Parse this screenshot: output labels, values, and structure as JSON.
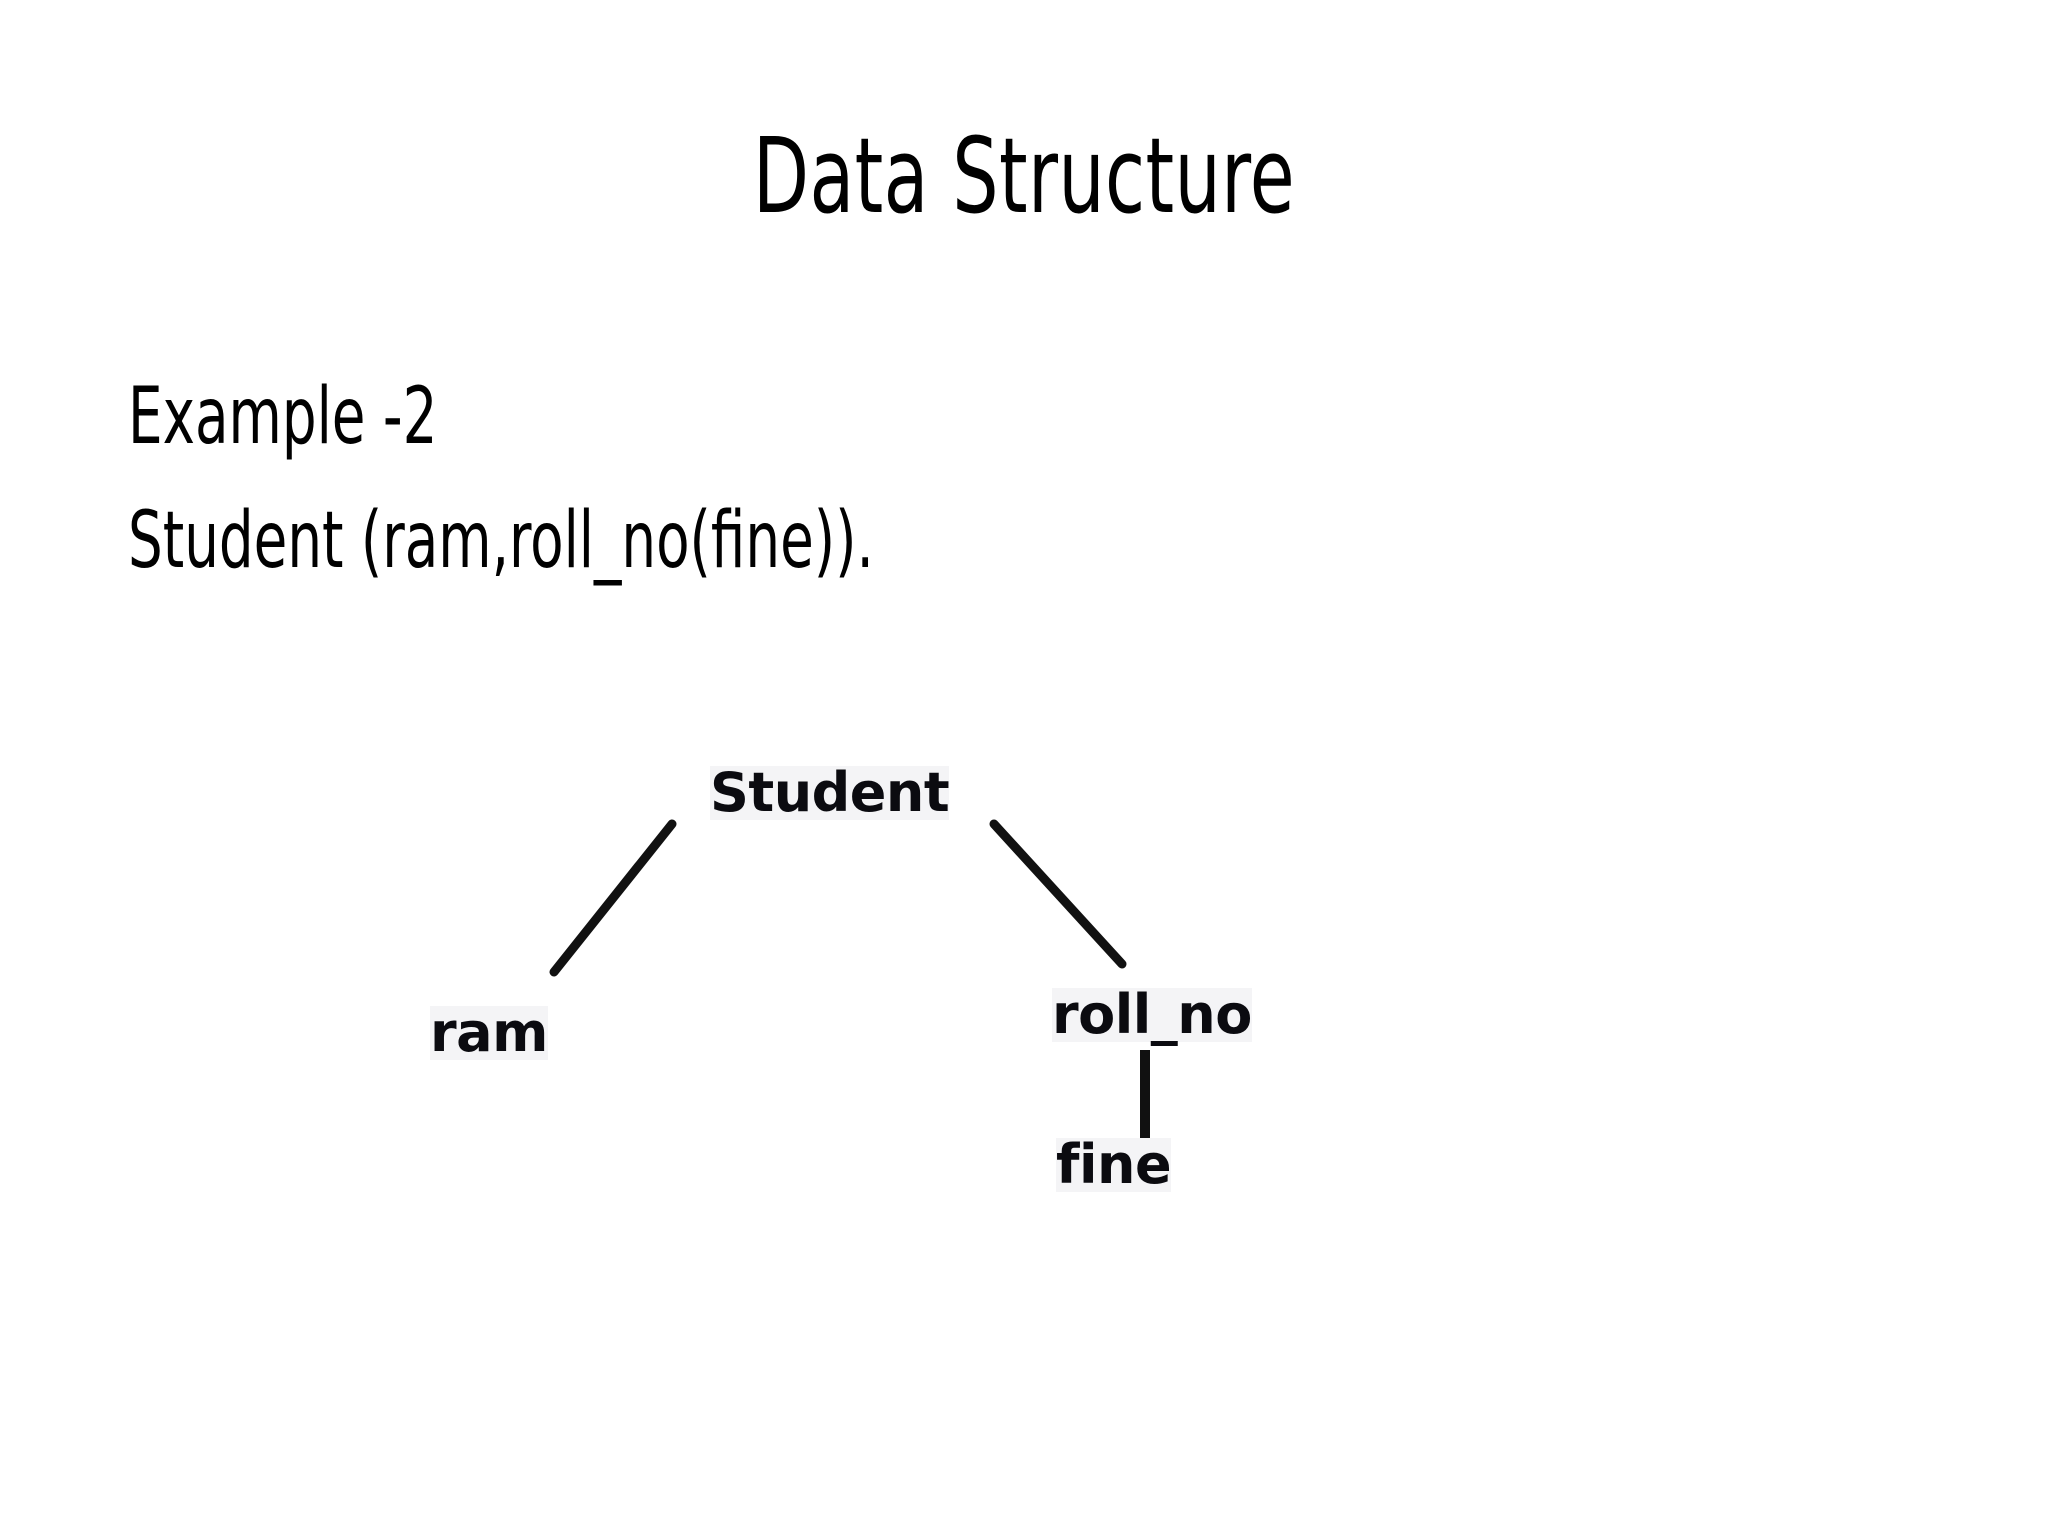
{
  "slide": {
    "title": "Data Structure",
    "background_color": "#ffffff",
    "text_color": "#000000"
  },
  "body": {
    "lines": [
      "Example -2",
      "Student (ram,roll_no(fine))."
    ]
  },
  "diagram": {
    "type": "tree",
    "caption": "Student (ram,roll_no(fine)).",
    "nodes": [
      {
        "id": "student",
        "label": "Student"
      },
      {
        "id": "ram",
        "label": "ram"
      },
      {
        "id": "roll_no",
        "label": "roll_no"
      },
      {
        "id": "fine",
        "label": "fine"
      }
    ],
    "edges": [
      {
        "from": "student",
        "to": "ram"
      },
      {
        "from": "student",
        "to": "roll_no"
      },
      {
        "from": "roll_no",
        "to": "fine"
      }
    ],
    "line_color": "#111111"
  }
}
